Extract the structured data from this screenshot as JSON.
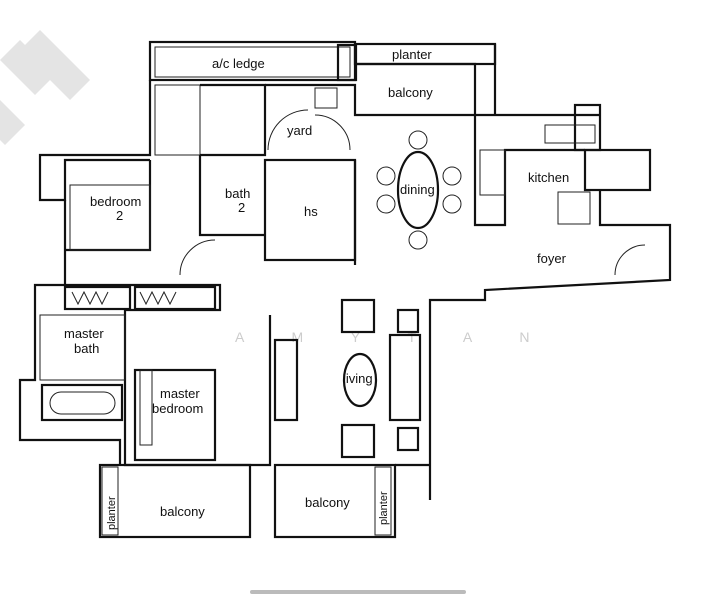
{
  "watermark": "AMY TAN",
  "rooms": {
    "ac_ledge": "a/c ledge",
    "planter_top": "planter",
    "balcony_top": "balcony",
    "yard": "yard",
    "dining": "dining",
    "kitchen": "kitchen",
    "bedroom2_line1": "bedroom",
    "bedroom2_line2": "2",
    "bath2_line1": "bath",
    "bath2_line2": "2",
    "hs": "hs",
    "foyer": "foyer",
    "master_bath_line1": "master",
    "master_bath_line2": "bath",
    "living": "living",
    "master_bedroom_line1": "master",
    "master_bedroom_line2": "bedroom",
    "balcony_left": "balcony",
    "balcony_right": "balcony",
    "planter_left": "planter",
    "planter_right": "planter"
  }
}
